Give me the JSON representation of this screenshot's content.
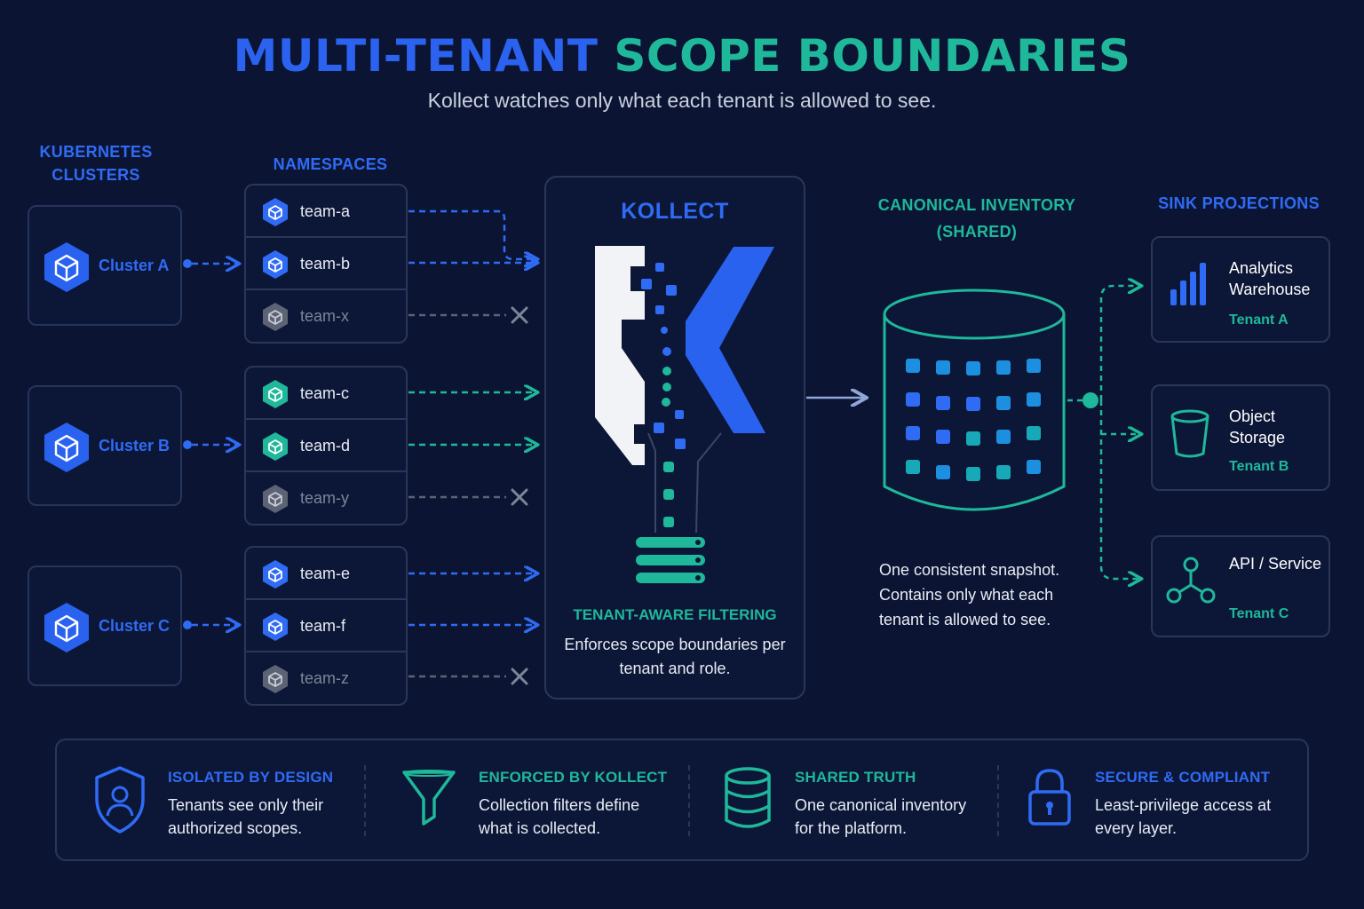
{
  "title": {
    "part1": "MULTI-TENANT",
    "part2": "SCOPE BOUNDARIES"
  },
  "subtitle": "Kollect watches only what each tenant is allowed to see.",
  "columns": {
    "clusters": "KUBERNETES CLUSTERS",
    "namespaces": "NAMESPACES",
    "inventory_line1": "CANONICAL INVENTORY",
    "inventory_line2": "(SHARED)",
    "sinks": "SINK PROJECTIONS"
  },
  "clusters": [
    {
      "label": "Cluster A"
    },
    {
      "label": "Cluster B"
    },
    {
      "label": "Cluster C"
    }
  ],
  "namespace_groups": [
    [
      {
        "name": "team-a",
        "allowed": true,
        "color": "#2f6bf5"
      },
      {
        "name": "team-b",
        "allowed": true,
        "color": "#2f6bf5"
      },
      {
        "name": "team-x",
        "allowed": false,
        "color": "#5c6375"
      }
    ],
    [
      {
        "name": "team-c",
        "allowed": true,
        "color": "#1fb89a"
      },
      {
        "name": "team-d",
        "allowed": true,
        "color": "#1fb89a"
      },
      {
        "name": "team-y",
        "allowed": false,
        "color": "#5c6375"
      }
    ],
    [
      {
        "name": "team-e",
        "allowed": true,
        "color": "#2f6bf5"
      },
      {
        "name": "team-f",
        "allowed": true,
        "color": "#2f6bf5"
      },
      {
        "name": "team-z",
        "allowed": false,
        "color": "#5c6375"
      }
    ]
  ],
  "kollect": {
    "title": "KOLLECT",
    "filter_title": "TENANT-AWARE FILTERING",
    "filter_desc": "Enforces scope boundaries per tenant and role."
  },
  "inventory": {
    "desc": "One consistent snapshot. Contains only what each tenant is allowed to see."
  },
  "sinks": [
    {
      "name": "Analytics Warehouse",
      "tenant": "Tenant A",
      "icon": "bar-chart-icon"
    },
    {
      "name": "Object Storage",
      "tenant": "Tenant B",
      "icon": "bucket-icon"
    },
    {
      "name": "API / Service",
      "tenant": "Tenant C",
      "icon": "api-nodes-icon"
    }
  ],
  "features": [
    {
      "heading": "ISOLATED BY DESIGN",
      "desc": "Tenants see only their authorized scopes.",
      "icon": "shield-user-icon",
      "color": "#2f6bf5"
    },
    {
      "heading": "ENFORCED BY KOLLECT",
      "desc": "Collection filters define what is collected.",
      "icon": "funnel-icon",
      "color": "#1fb89a"
    },
    {
      "heading": "SHARED TRUTH",
      "desc": "One canonical inventory for the platform.",
      "icon": "database-icon",
      "color": "#1fb89a"
    },
    {
      "heading": "SECURE & COMPLIANT",
      "desc": "Least-privilege access at every layer.",
      "icon": "lock-icon",
      "color": "#2f6bf5"
    }
  ],
  "colors": {
    "blue": "#2f6bf5",
    "teal": "#1fb89a",
    "gray": "#5c6375",
    "background": "#0b1533"
  }
}
